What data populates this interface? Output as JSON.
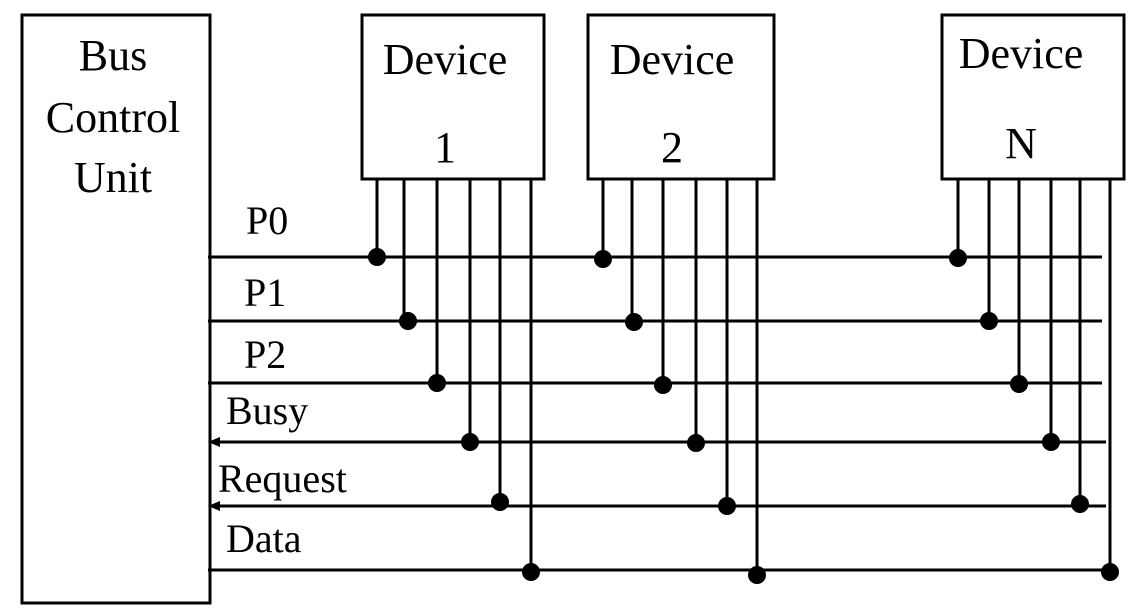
{
  "control_unit": {
    "lines": [
      "Bus",
      "Control",
      "Unit"
    ]
  },
  "devices": [
    {
      "name": "Device",
      "index": "1"
    },
    {
      "name": "Device",
      "index": "2"
    },
    {
      "name": "Device",
      "index": "N"
    }
  ],
  "bus_lines": [
    {
      "label": "P0",
      "direction": "to-devices"
    },
    {
      "label": "P1",
      "direction": "to-devices"
    },
    {
      "label": "P2",
      "direction": "to-devices"
    },
    {
      "label": "Busy",
      "direction": "to-control-unit"
    },
    {
      "label": "Request",
      "direction": "to-control-unit"
    },
    {
      "label": "Data",
      "direction": "bidirectional"
    }
  ],
  "colors": {
    "line": "#000000",
    "background": "#ffffff"
  }
}
